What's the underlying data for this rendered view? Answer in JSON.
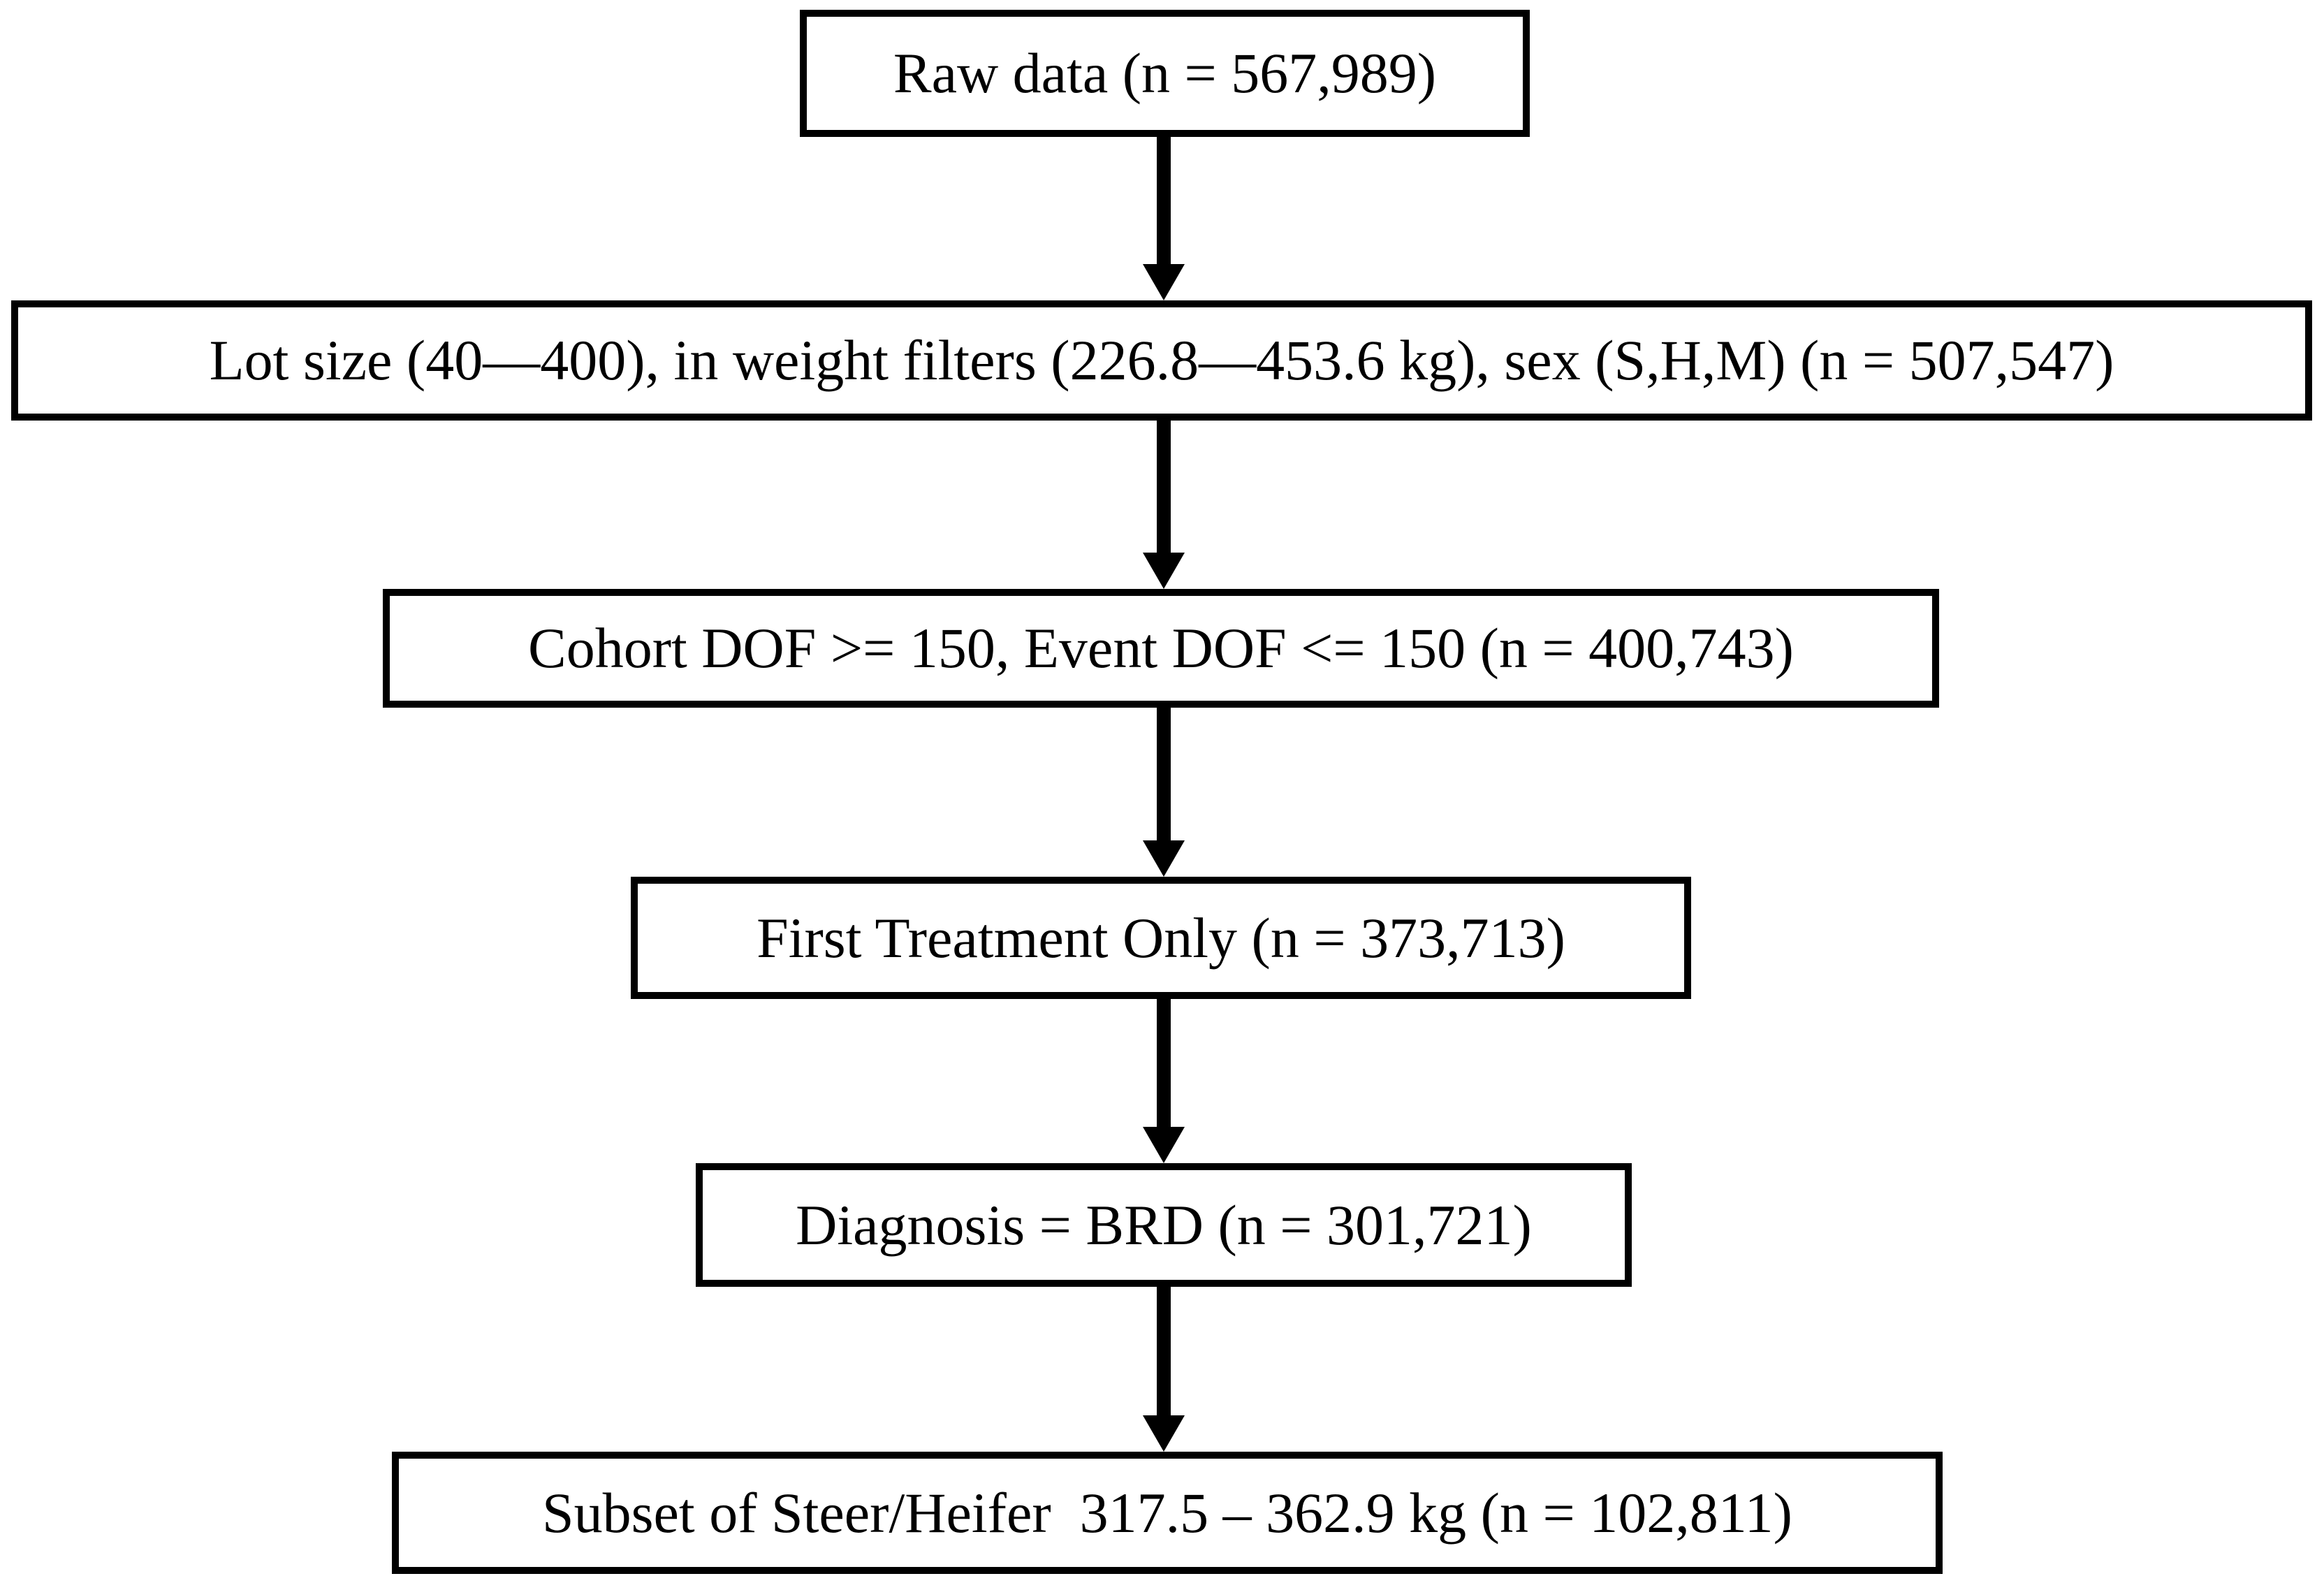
{
  "diagram": {
    "type": "flowchart",
    "direction": "top-down",
    "colors": {
      "background": "#ffffff",
      "box_fill": "#ffffff",
      "box_border": "#000000",
      "text": "#000000",
      "arrow": "#000000"
    },
    "nodes": [
      {
        "id": "raw-data",
        "label": "Raw data (n = 567,989)",
        "n": "567,989"
      },
      {
        "id": "lot-size-weight-sex-filters",
        "label": "Lot size (40—400), in weight filters (226.8—453.6 kg), sex (S,H,M) (n = 507,547)",
        "n": "507,547"
      },
      {
        "id": "cohort-event-dof",
        "label": "Cohort DOF >= 150, Event DOF <= 150 (n = 400,743)",
        "n": "400,743"
      },
      {
        "id": "first-treatment-only",
        "label": "First Treatment Only (n = 373,713)",
        "n": "373,713"
      },
      {
        "id": "diagnosis-brd",
        "label": "Diagnosis = BRD (n = 301,721)",
        "n": "301,721"
      },
      {
        "id": "subset-steer-heifer",
        "label": "Subset of Steer/Heifer  317.5 – 362.9 kg (n = 102,811)",
        "n": "102,811"
      }
    ],
    "edges": [
      {
        "from": "raw-data",
        "to": "lot-size-weight-sex-filters"
      },
      {
        "from": "lot-size-weight-sex-filters",
        "to": "cohort-event-dof"
      },
      {
        "from": "cohort-event-dof",
        "to": "first-treatment-only"
      },
      {
        "from": "first-treatment-only",
        "to": "diagnosis-brd"
      },
      {
        "from": "diagnosis-brd",
        "to": "subset-steer-heifer"
      }
    ]
  }
}
